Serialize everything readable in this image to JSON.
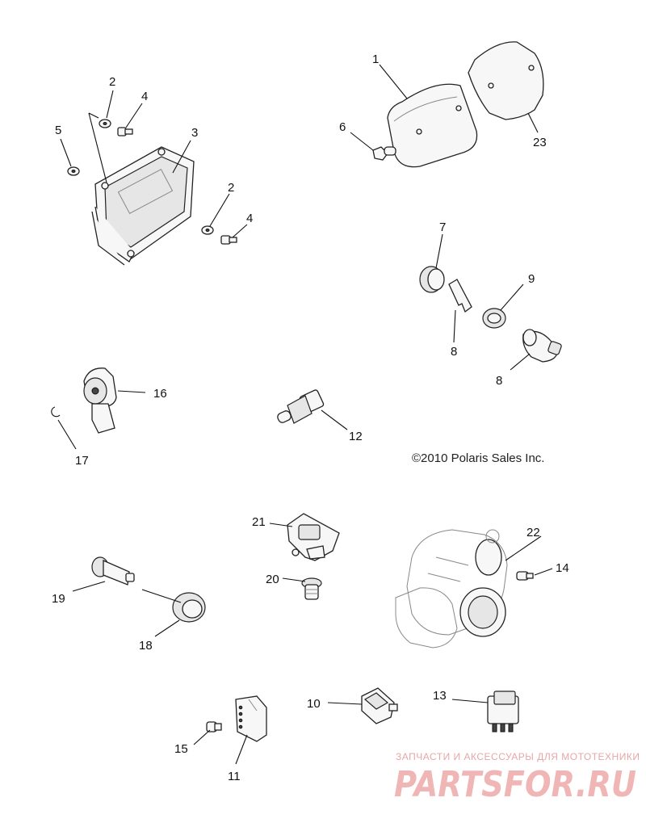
{
  "callouts": {
    "c1": "1",
    "c2a": "2",
    "c2b": "2",
    "c3": "3",
    "c4a": "4",
    "c4b": "4",
    "c5": "5",
    "c6": "6",
    "c7": "7",
    "c8a": "8",
    "c8b": "8",
    "c9": "9",
    "c10": "10",
    "c11": "11",
    "c12": "12",
    "c13": "13",
    "c14": "14",
    "c15": "15",
    "c16": "16",
    "c17": "17",
    "c18": "18",
    "c19": "19",
    "c20": "20",
    "c21": "21",
    "c22": "22",
    "c23": "23"
  },
  "copyright": "©2010 Polaris Sales Inc.",
  "watermark": {
    "tagline": "ЗАПЧАСТИ И АКСЕССУАРЫ ДЛЯ МОТОТЕХНИКИ",
    "logo": "PARTSFOR.RU"
  }
}
